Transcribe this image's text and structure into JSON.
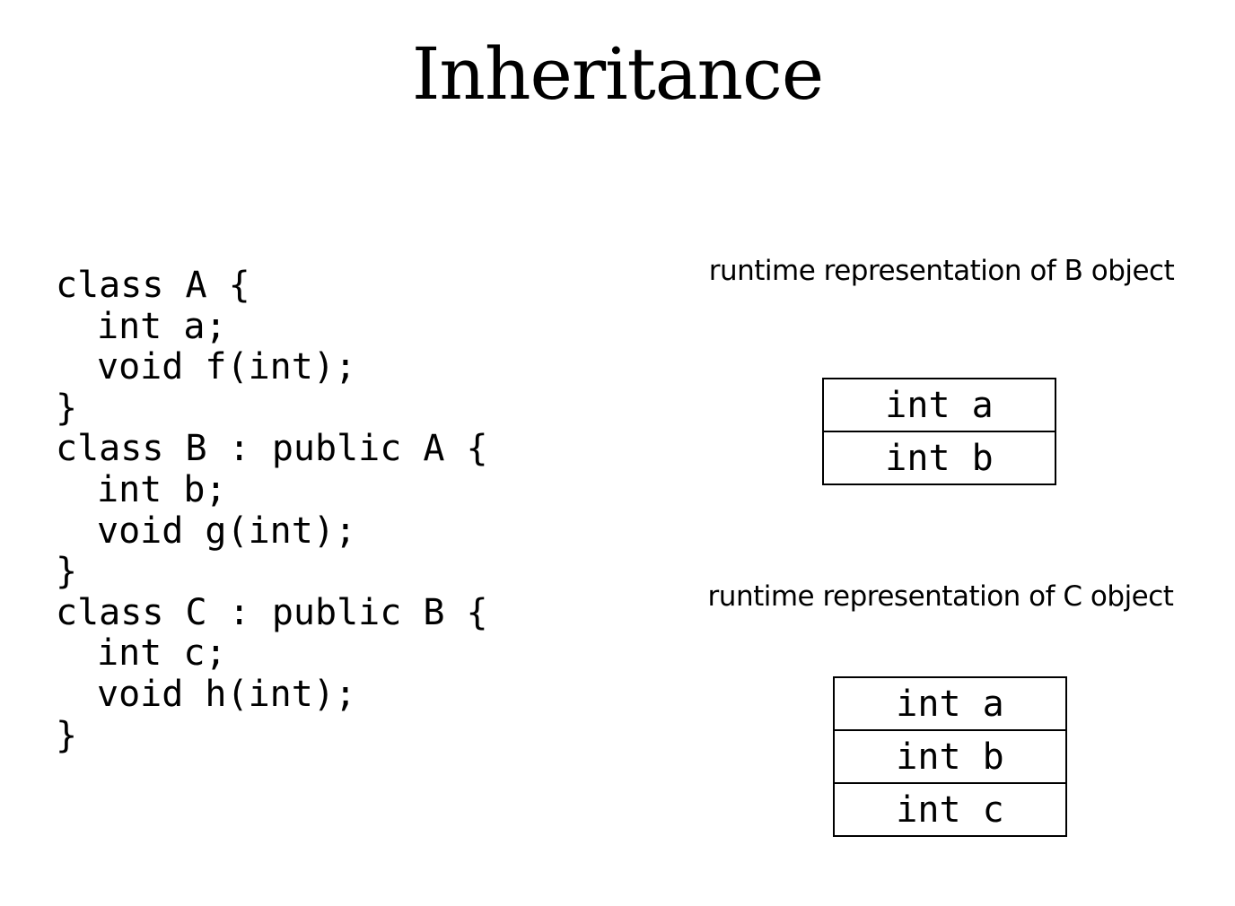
{
  "title": "Inheritance",
  "code_lines": [
    {
      "text": "class A {",
      "indent": false
    },
    {
      "text": "int a;",
      "indent": true
    },
    {
      "text": "void f(int);",
      "indent": true
    },
    {
      "text": "}",
      "indent": false
    },
    {
      "text": "class B : public A {",
      "indent": false
    },
    {
      "text": "int b;",
      "indent": true
    },
    {
      "text": "void g(int);",
      "indent": true
    },
    {
      "text": "}",
      "indent": false
    },
    {
      "text": "class C : public B {",
      "indent": false
    },
    {
      "text": "int c;",
      "indent": true
    },
    {
      "text": "void h(int);",
      "indent": true
    },
    {
      "text": "}",
      "indent": false
    }
  ],
  "b_object": {
    "caption": "runtime representation of B object",
    "fields": [
      "int a",
      "int b"
    ]
  },
  "c_object": {
    "caption": "runtime representation of C object",
    "fields": [
      "int a",
      "int b",
      "int c"
    ]
  }
}
